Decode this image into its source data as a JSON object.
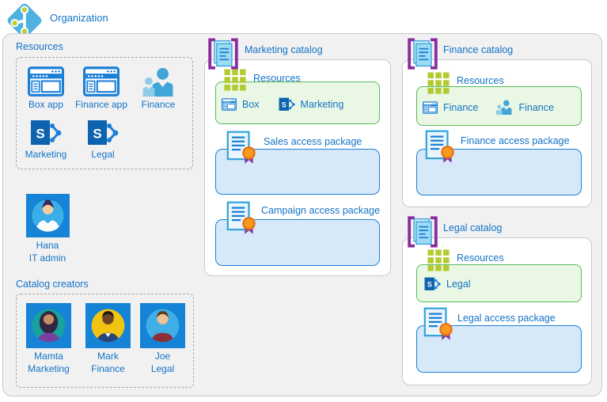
{
  "header": {
    "org_label": "Organization",
    "org_icon": "azure-ad-organization-icon"
  },
  "resources_panel": {
    "label": "Resources",
    "items": [
      {
        "label": "Box app",
        "icon": "app-window-icon"
      },
      {
        "label": "Finance app",
        "icon": "app-window-icon"
      },
      {
        "label": "Finance",
        "icon": "group-icon"
      },
      {
        "label": "Marketing",
        "icon": "sharepoint-icon"
      },
      {
        "label": "Legal",
        "icon": "sharepoint-icon"
      }
    ]
  },
  "admin": {
    "line1": "Hana",
    "line2": "IT admin",
    "icon": "person-avatar-hana"
  },
  "creators": {
    "label": "Catalog creators",
    "people": [
      {
        "line1": "Mamta",
        "line2": "Marketing",
        "icon": "person-avatar-mamta"
      },
      {
        "line1": "Mark",
        "line2": "Finance",
        "icon": "person-avatar-mark"
      },
      {
        "line1": "Joe",
        "line2": "Legal",
        "icon": "person-avatar-joe"
      }
    ]
  },
  "catalogs": [
    {
      "title": "Marketing catalog",
      "resources_label": "Resources",
      "resources": [
        {
          "label": "Box",
          "icon": "app-window-icon"
        },
        {
          "label": "Marketing",
          "icon": "sharepoint-icon"
        }
      ],
      "packages": [
        {
          "label": "Sales access package",
          "icon": "certificate-icon"
        },
        {
          "label": "Campaign access package",
          "icon": "certificate-icon"
        }
      ]
    },
    {
      "title": "Finance catalog",
      "resources_label": "Resources",
      "resources": [
        {
          "label": "Finance",
          "icon": "app-window-icon"
        },
        {
          "label": "Finance",
          "icon": "group-icon"
        }
      ],
      "packages": [
        {
          "label": "Finance access package",
          "icon": "certificate-icon"
        }
      ]
    },
    {
      "title": "Legal catalog",
      "resources_label": "Resources",
      "resources": [
        {
          "label": "Legal",
          "icon": "sharepoint-icon"
        }
      ],
      "packages": [
        {
          "label": "Legal access package",
          "icon": "certificate-icon"
        }
      ]
    }
  ],
  "colors": {
    "label_blue": "#1373c6",
    "outer_fill": "#f1f1f2",
    "green_box_fill": "#eaf7e4",
    "green_box_border": "#58bb58",
    "package_box_fill": "#d7e9f8",
    "package_box_border": "#1b7fd6",
    "catalog_bracket_purple": "#8a2b9e",
    "seal_orange": "#f89a1c",
    "ribbon_purple": "#7c3f9e",
    "grid_green": "#b3ca30"
  }
}
